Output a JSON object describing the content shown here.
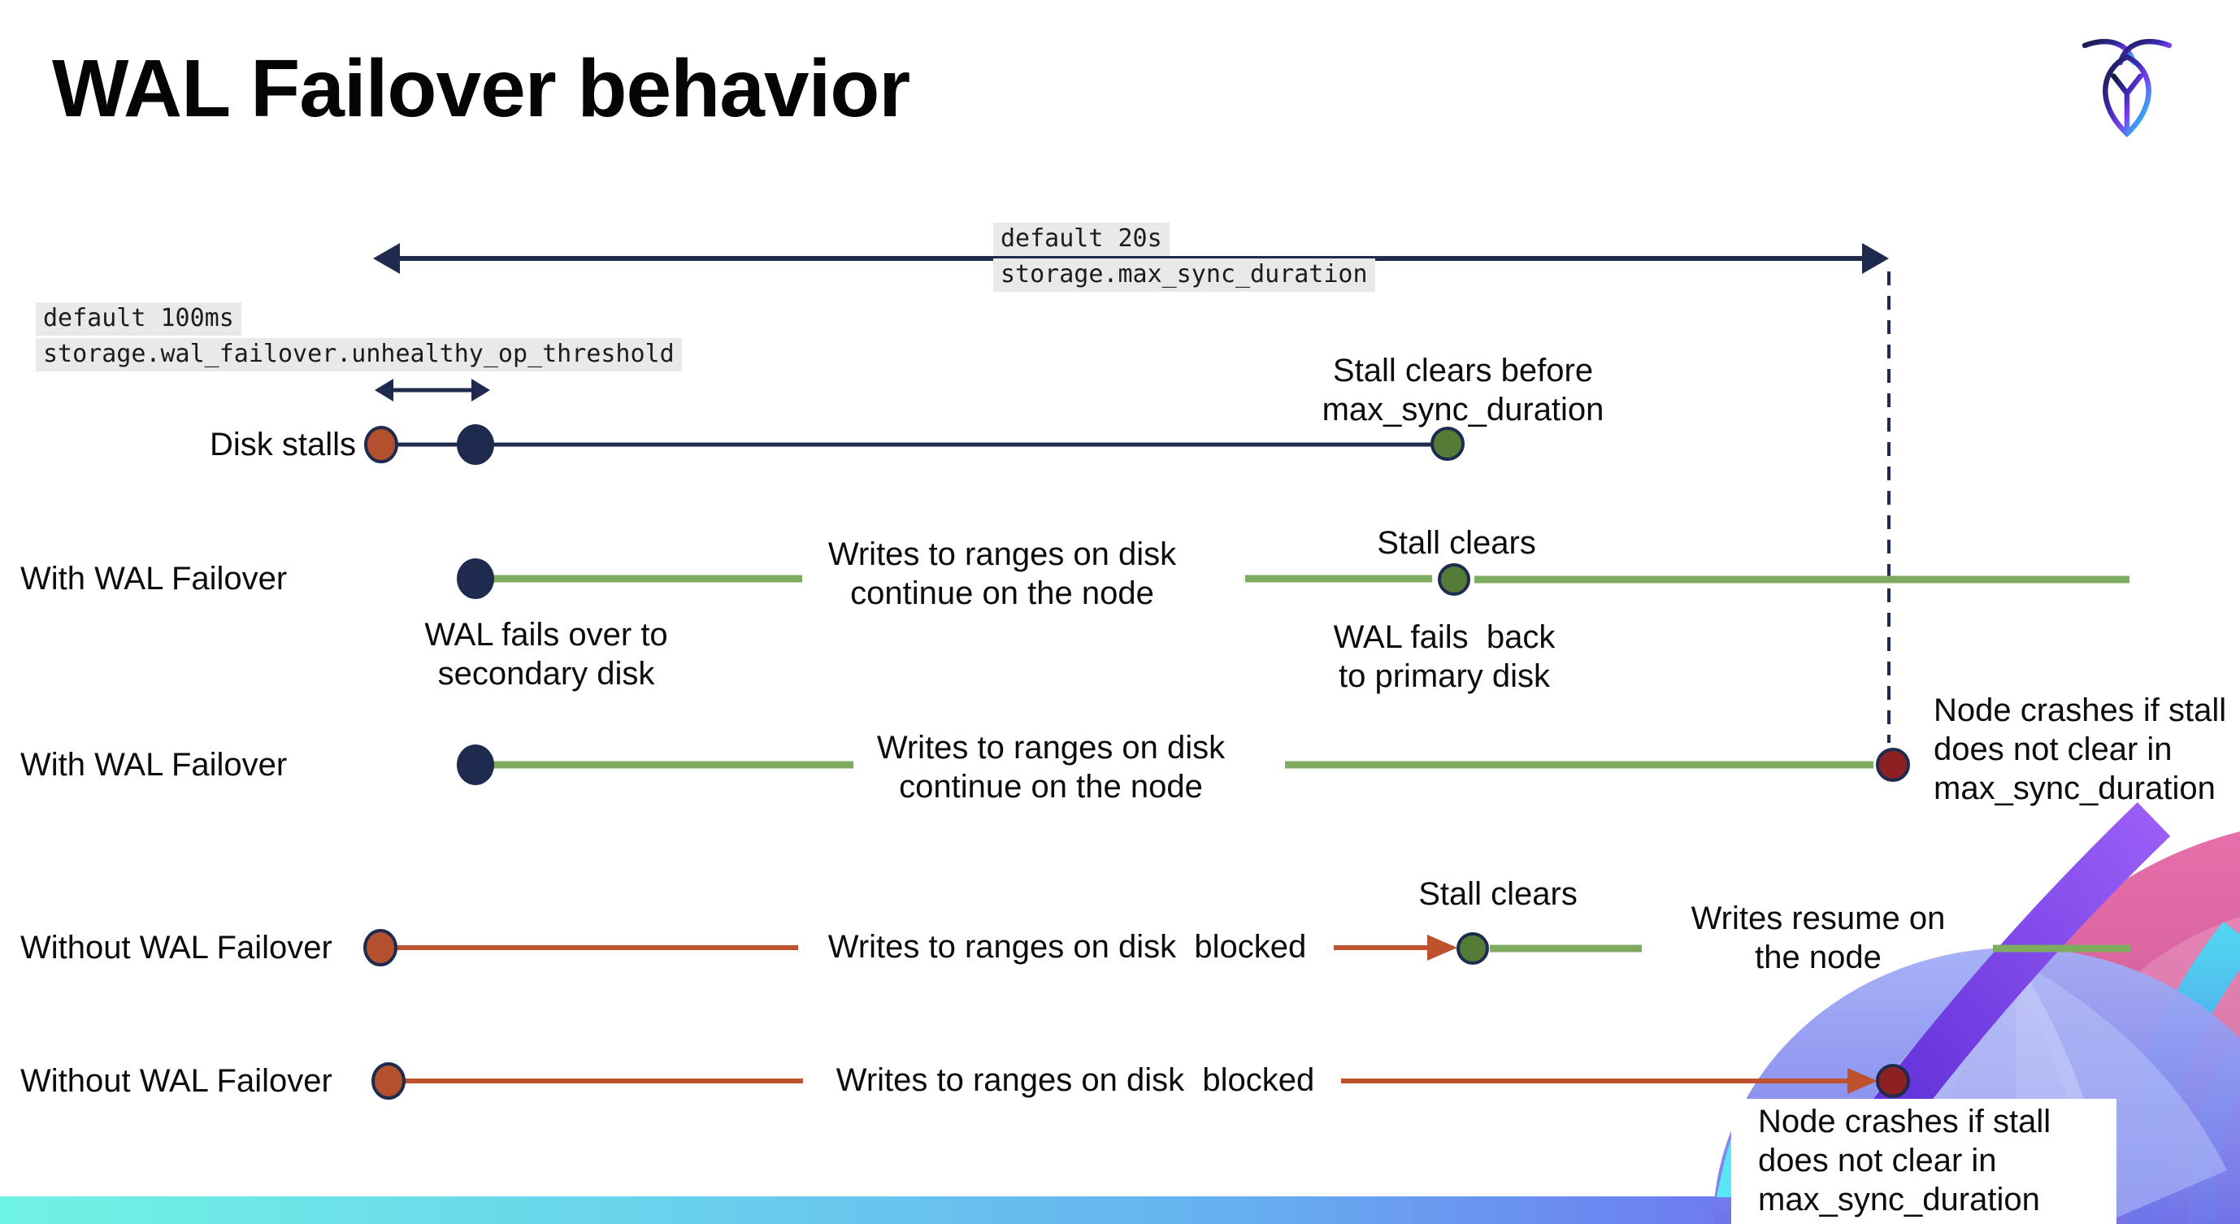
{
  "title": "WAL Failover behavior",
  "branding": {
    "logo": "cockroachdb-mark"
  },
  "annotations": {
    "max_sync_duration": {
      "default_value": "default 20s",
      "setting": "storage.max_sync_duration"
    },
    "unhealthy_op_threshold": {
      "default_value": "default 100ms",
      "setting": "storage.wal_failover.unhealthy_op_threshold"
    }
  },
  "rows": [
    {
      "label": "Disk stalls"
    },
    {
      "label": "With WAL Failover"
    },
    {
      "label": "With WAL Failover"
    },
    {
      "label": "Without WAL Failover"
    },
    {
      "label": "Without WAL Failover"
    }
  ],
  "notes": {
    "stall_clears_before": "Stall clears before\nmax_sync_duration",
    "wal_fails_over": "WAL fails over to\nsecondary disk",
    "writes_continue": "Writes to ranges on disk\ncontinue on the node",
    "stall_clears": "Stall clears",
    "wal_fails_back": "WAL fails  back\nto primary disk",
    "node_crashes": "Node crashes if stall\ndoes not clear in\nmax_sync_duration",
    "writes_blocked": "Writes to ranges on disk  blocked",
    "writes_resume": "Writes resume on\nthe node"
  },
  "colors": {
    "navy": "#1f2b4e",
    "green_line": "#7dab5f",
    "green_dot": "#547c36",
    "red_line": "#c0512e",
    "red_dot": "#b5502f",
    "dark_red_dot": "#8d2121",
    "code_background": "#e9e9e9",
    "bar_gradient_left": "#6ff3e3",
    "bar_gradient_right": "#7459f0",
    "decor_pink": "#cf4f92",
    "decor_blue": "#7f8af0",
    "decor_purple": "#6c35e2",
    "decor_cyan": "#49d9f3"
  }
}
